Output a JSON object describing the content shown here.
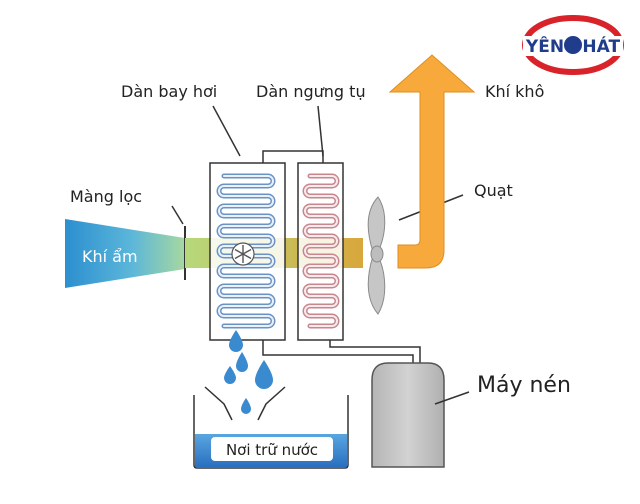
{
  "brand": {
    "logo_text": "YÊN PHÁT",
    "colors": {
      "ring": "#d8232a",
      "text": "#1f3d8a"
    }
  },
  "labels": {
    "evaporator": "Dàn bay hơi",
    "condenser": "Dàn ngưng tụ",
    "dry_air": "Khí khô",
    "filter": "Màng lọc",
    "fan": "Quạt",
    "humid_air": "Khí ẩm",
    "compressor": "Máy nén",
    "water_tank": "Nơi trữ nước"
  },
  "icons": {
    "evaporator_coil": "blue-serpentine-coil",
    "condenser_coil": "pink-serpentine-coil",
    "snowflake": "snowflake-icon",
    "fan": "fan-blades-icon",
    "water_drop": "water-drop-icon",
    "arrow": "up-arrow-icon"
  },
  "colors": {
    "humid_air_cone": "#2c8fcf",
    "air_stream_start": "#b6d97c",
    "air_stream_end": "#d8a73b",
    "dry_air_arrow": "#f7a93b",
    "evaporator_coil": "#6a93c5",
    "condenser_coil": "#c8878f",
    "water": "#3a8ad0",
    "compressor": "#c4c4c4",
    "outline": "#333333"
  }
}
